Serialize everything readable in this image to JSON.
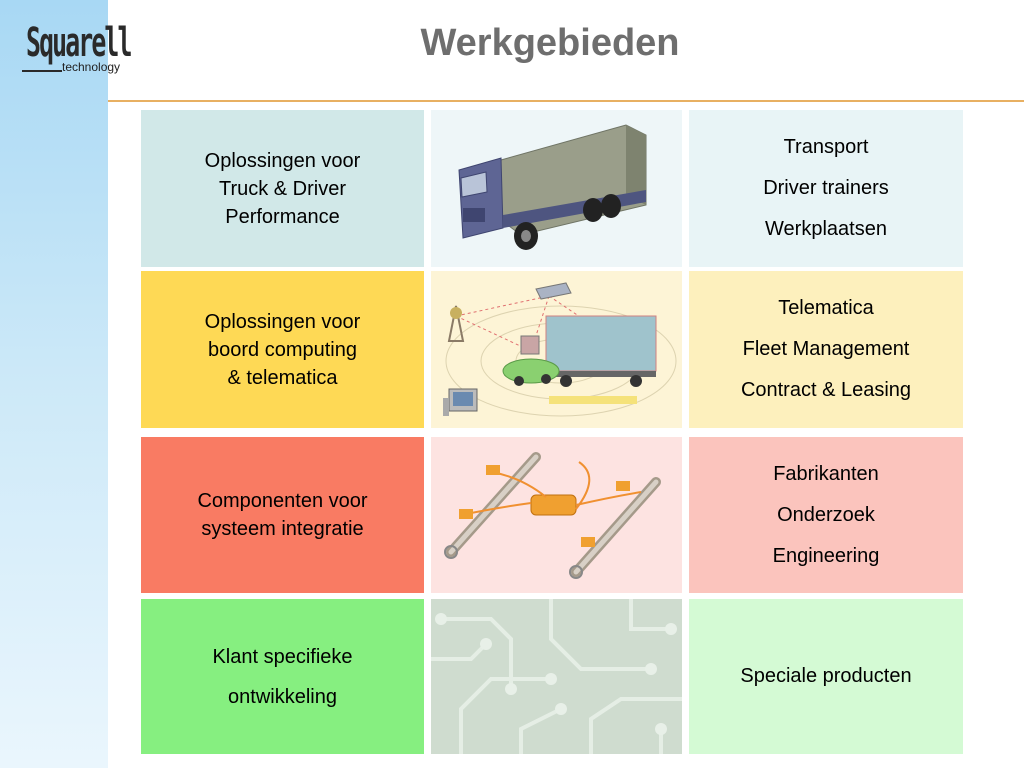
{
  "brand": {
    "name": "Squarell",
    "tagline": "technology"
  },
  "title": "Werkgebieden",
  "colors": {
    "accent_rule": "#e8b062",
    "title": "#6e6e6e"
  },
  "rows": [
    {
      "category": "Oplossingen voor Truck & Driver Performance",
      "category_lines": [
        "Oplossingen voor",
        "Truck & Driver",
        "Performance"
      ],
      "image": "truck-illustration",
      "items": [
        "Transport",
        "Driver trainers",
        "Werkplaatsen"
      ],
      "colors": {
        "left": "#d1e8e8",
        "mid": "#eef6f8",
        "right": "#e8f4f6"
      }
    },
    {
      "category": "Oplossingen voor boord computing & telematica",
      "category_lines": [
        "Oplossingen voor",
        "boord computing",
        "& telematica"
      ],
      "image": "telematics-illustration",
      "items": [
        "Telematica",
        "Fleet Management",
        "Contract & Leasing"
      ],
      "colors": {
        "left": "#fed955",
        "mid": "#fdf4d6",
        "right": "#fdf0bd"
      }
    },
    {
      "category": "Componenten voor systeem integratie",
      "category_lines": [
        "Componenten voor",
        "systeem integratie"
      ],
      "image": "components-illustration",
      "items": [
        "Fabrikanten",
        "Onderzoek",
        "Engineering"
      ],
      "colors": {
        "left": "#f97b63",
        "mid": "#fde3e1",
        "right": "#fbc4bd"
      }
    },
    {
      "category": "Klant specifieke ontwikkeling",
      "category_lines": [
        "Klant specifieke",
        "ontwikkeling"
      ],
      "image": "circuit-board-illustration",
      "items": [
        "Speciale producten"
      ],
      "colors": {
        "left": "#86ef80",
        "mid": "#cfdccf",
        "right": "#d4fad4"
      }
    }
  ]
}
